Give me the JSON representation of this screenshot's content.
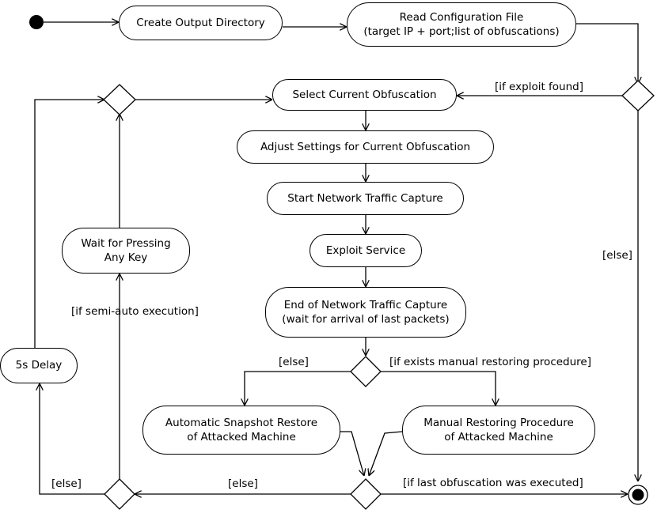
{
  "nodes": {
    "create_output": "Create Output Directory",
    "read_config": "Read Configuration File\n(target IP + port;list of obfuscations)",
    "select_obf": "Select Current Obfuscation",
    "adjust_settings": "Adjust Settings for Current Obfuscation",
    "start_capture": "Start Network Traffic Capture",
    "exploit": "Exploit Service",
    "end_capture": "End of Network Traffic Capture\n(wait for arrival of last packets)",
    "auto_restore": "Automatic Snapshot Restore\nof Attacked Machine",
    "manual_restore": "Manual Restoring Procedure\nof Attacked Machine",
    "wait_key": "Wait for Pressing\nAny Key",
    "delay": "5s Delay"
  },
  "guards": {
    "exploit_found": "[if exploit found]",
    "else_right": "[else]",
    "else_restore": "[else]",
    "manual_exists": "[if exists manual restoring procedure]",
    "semi_auto": "[if semi-auto execution]",
    "else_bottom_left": "[else]",
    "else_bottom_mid": "[else]",
    "last_obf": "[if last obfuscation was executed]"
  }
}
